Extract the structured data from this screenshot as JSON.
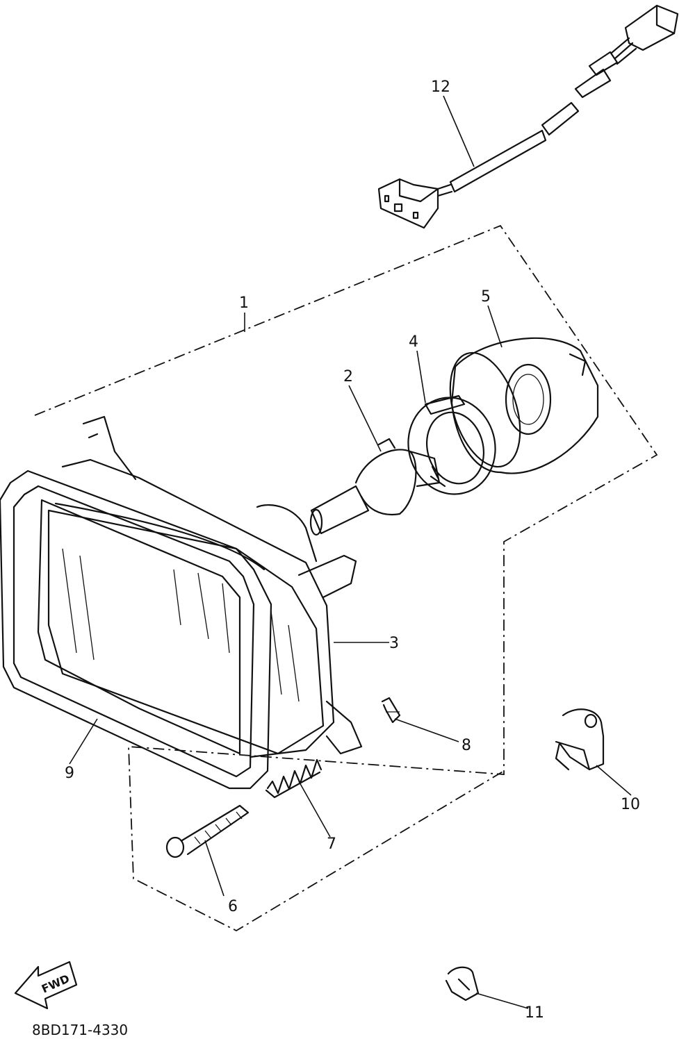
{
  "figure_code": "8BD171-4330",
  "fwd_label": "FWD",
  "callouts": {
    "c1": "1",
    "c2": "2",
    "c3": "3",
    "c4": "4",
    "c5": "5",
    "c6": "6",
    "c7": "7",
    "c8": "8",
    "c9": "9",
    "c10": "10",
    "c11": "11",
    "c12": "12"
  }
}
